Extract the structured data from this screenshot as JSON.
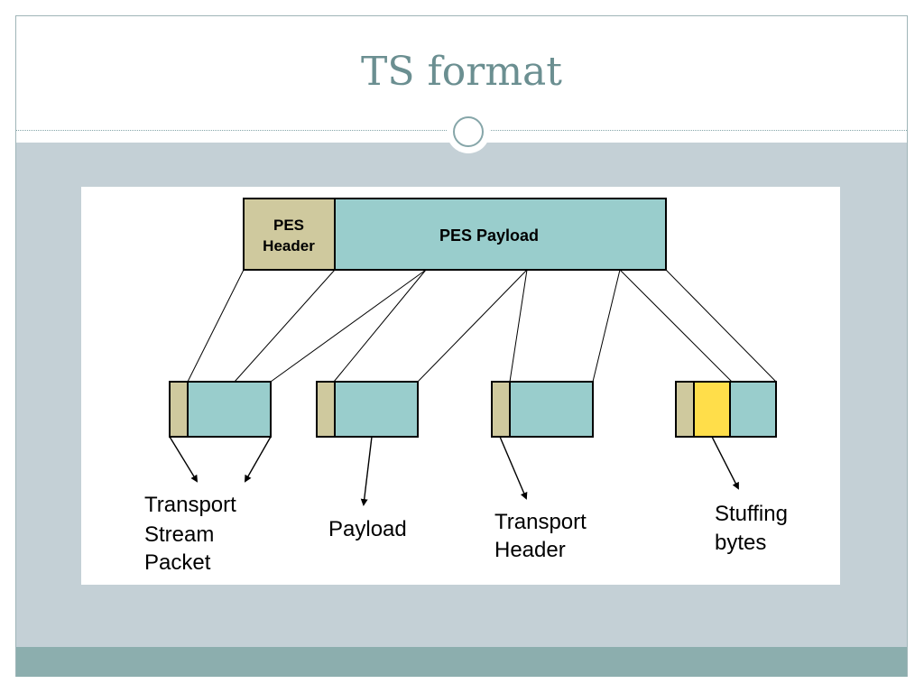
{
  "slide": {
    "title": "TS format"
  },
  "diagram": {
    "pes_header_label_line1": "PES",
    "pes_header_label_line2": "Header",
    "pes_payload_label": "PES Payload",
    "callouts": {
      "transport_stream_packet": [
        "Transport",
        "Stream",
        "Packet"
      ],
      "payload": [
        "Payload"
      ],
      "transport_header": [
        "Transport",
        "Header"
      ],
      "stuffing_bytes": [
        "Stuffing",
        "bytes"
      ]
    }
  },
  "colors": {
    "header_fill": "#cfc99e",
    "payload_fill": "#99cdcc",
    "stuffing_fill": "#ffde4a",
    "title_color": "#6b8f91",
    "content_background": "#c4d0d6",
    "footer_band": "#8caeae"
  }
}
